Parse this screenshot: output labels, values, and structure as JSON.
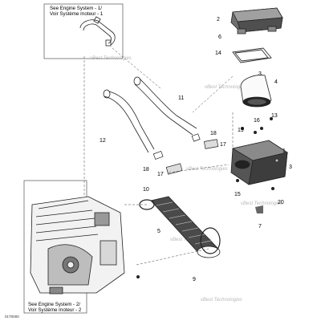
{
  "references": {
    "engine_top": [
      "See Engine System - 1/",
      "Voir Système moteur - 1"
    ],
    "engine_bottom": [
      "See Engine System - 2/",
      "Voir Système moteur - 2"
    ]
  },
  "watermark": "vBest Technologies",
  "figure_code": "01T0000",
  "part_numbers": [
    "2",
    "6",
    "14",
    "3",
    "4",
    "13",
    "11",
    "16",
    "19",
    "12",
    "17",
    "18",
    "15",
    "1",
    "10",
    "5",
    "20",
    "7",
    "9",
    "3"
  ]
}
